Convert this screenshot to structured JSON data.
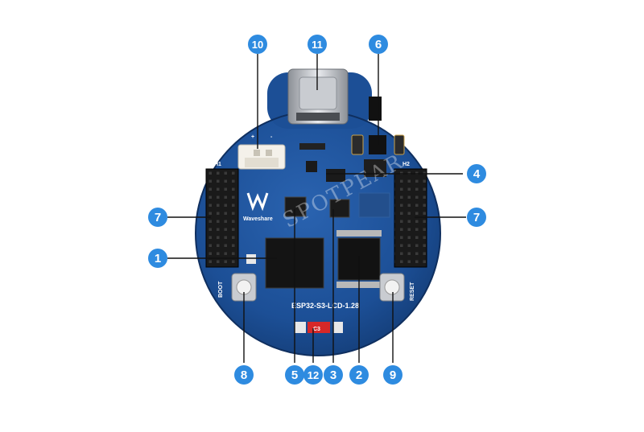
{
  "colors": {
    "callout": "#2e8be0",
    "board": "#1c4f96",
    "board_dark": "#15407c",
    "leader": "#111111"
  },
  "board": {
    "name_label": "ESP32-S3-LCD-1.28",
    "brand_label": "Waveshare",
    "header_left_label": "H1",
    "header_right_label": "H2",
    "boot_label": "BOOT",
    "reset_label": "RESET",
    "component_label": "C3",
    "plus_label": "+",
    "minus_label": "-",
    "watermark": "SPOTPEAR"
  },
  "callouts": [
    {
      "id": "10",
      "label": "10"
    },
    {
      "id": "11",
      "label": "11"
    },
    {
      "id": "6",
      "label": "6"
    },
    {
      "id": "4",
      "label": "4"
    },
    {
      "id": "7l",
      "label": "7"
    },
    {
      "id": "7r",
      "label": "7"
    },
    {
      "id": "1",
      "label": "1"
    },
    {
      "id": "8",
      "label": "8"
    },
    {
      "id": "5",
      "label": "5"
    },
    {
      "id": "12",
      "label": "12"
    },
    {
      "id": "3",
      "label": "3"
    },
    {
      "id": "2",
      "label": "2"
    },
    {
      "id": "9",
      "label": "9"
    }
  ]
}
